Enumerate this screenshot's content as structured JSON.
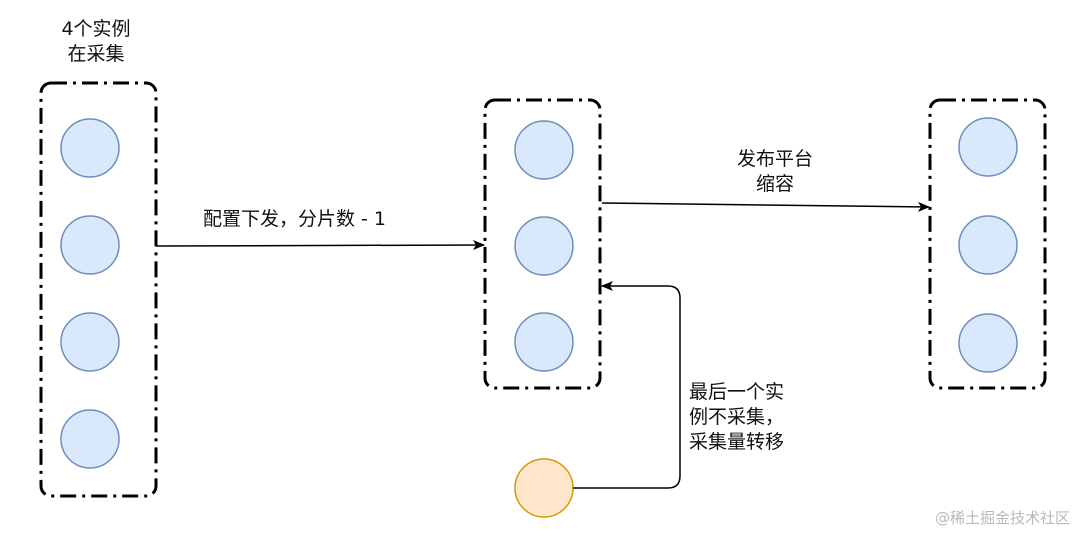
{
  "diagram": {
    "colors": {
      "instance_fill": "#dae8fc",
      "instance_stroke": "#6c8ebf",
      "new_fill": "#ffe6cc",
      "new_stroke": "#d79b00",
      "box_stroke": "#000000"
    },
    "groups": [
      {
        "name": "group-initial",
        "instances": 4,
        "caption_lines": [
          "4个实例",
          "在采集"
        ]
      },
      {
        "name": "group-middle",
        "instances": 3
      },
      {
        "name": "group-final",
        "instances": 3
      }
    ],
    "edges": [
      {
        "from": "group-initial",
        "to": "group-middle",
        "label": "配置下发，分片数 - 1"
      },
      {
        "from": "group-middle",
        "to": "group-final",
        "label_lines": [
          "发布平台",
          "缩容"
        ]
      },
      {
        "from": "new-instance",
        "to": "group-middle",
        "label_lines": [
          "最后一个实",
          "例不采集，",
          "采集量转移"
        ]
      }
    ],
    "watermark": "@稀土掘金技术社区"
  }
}
